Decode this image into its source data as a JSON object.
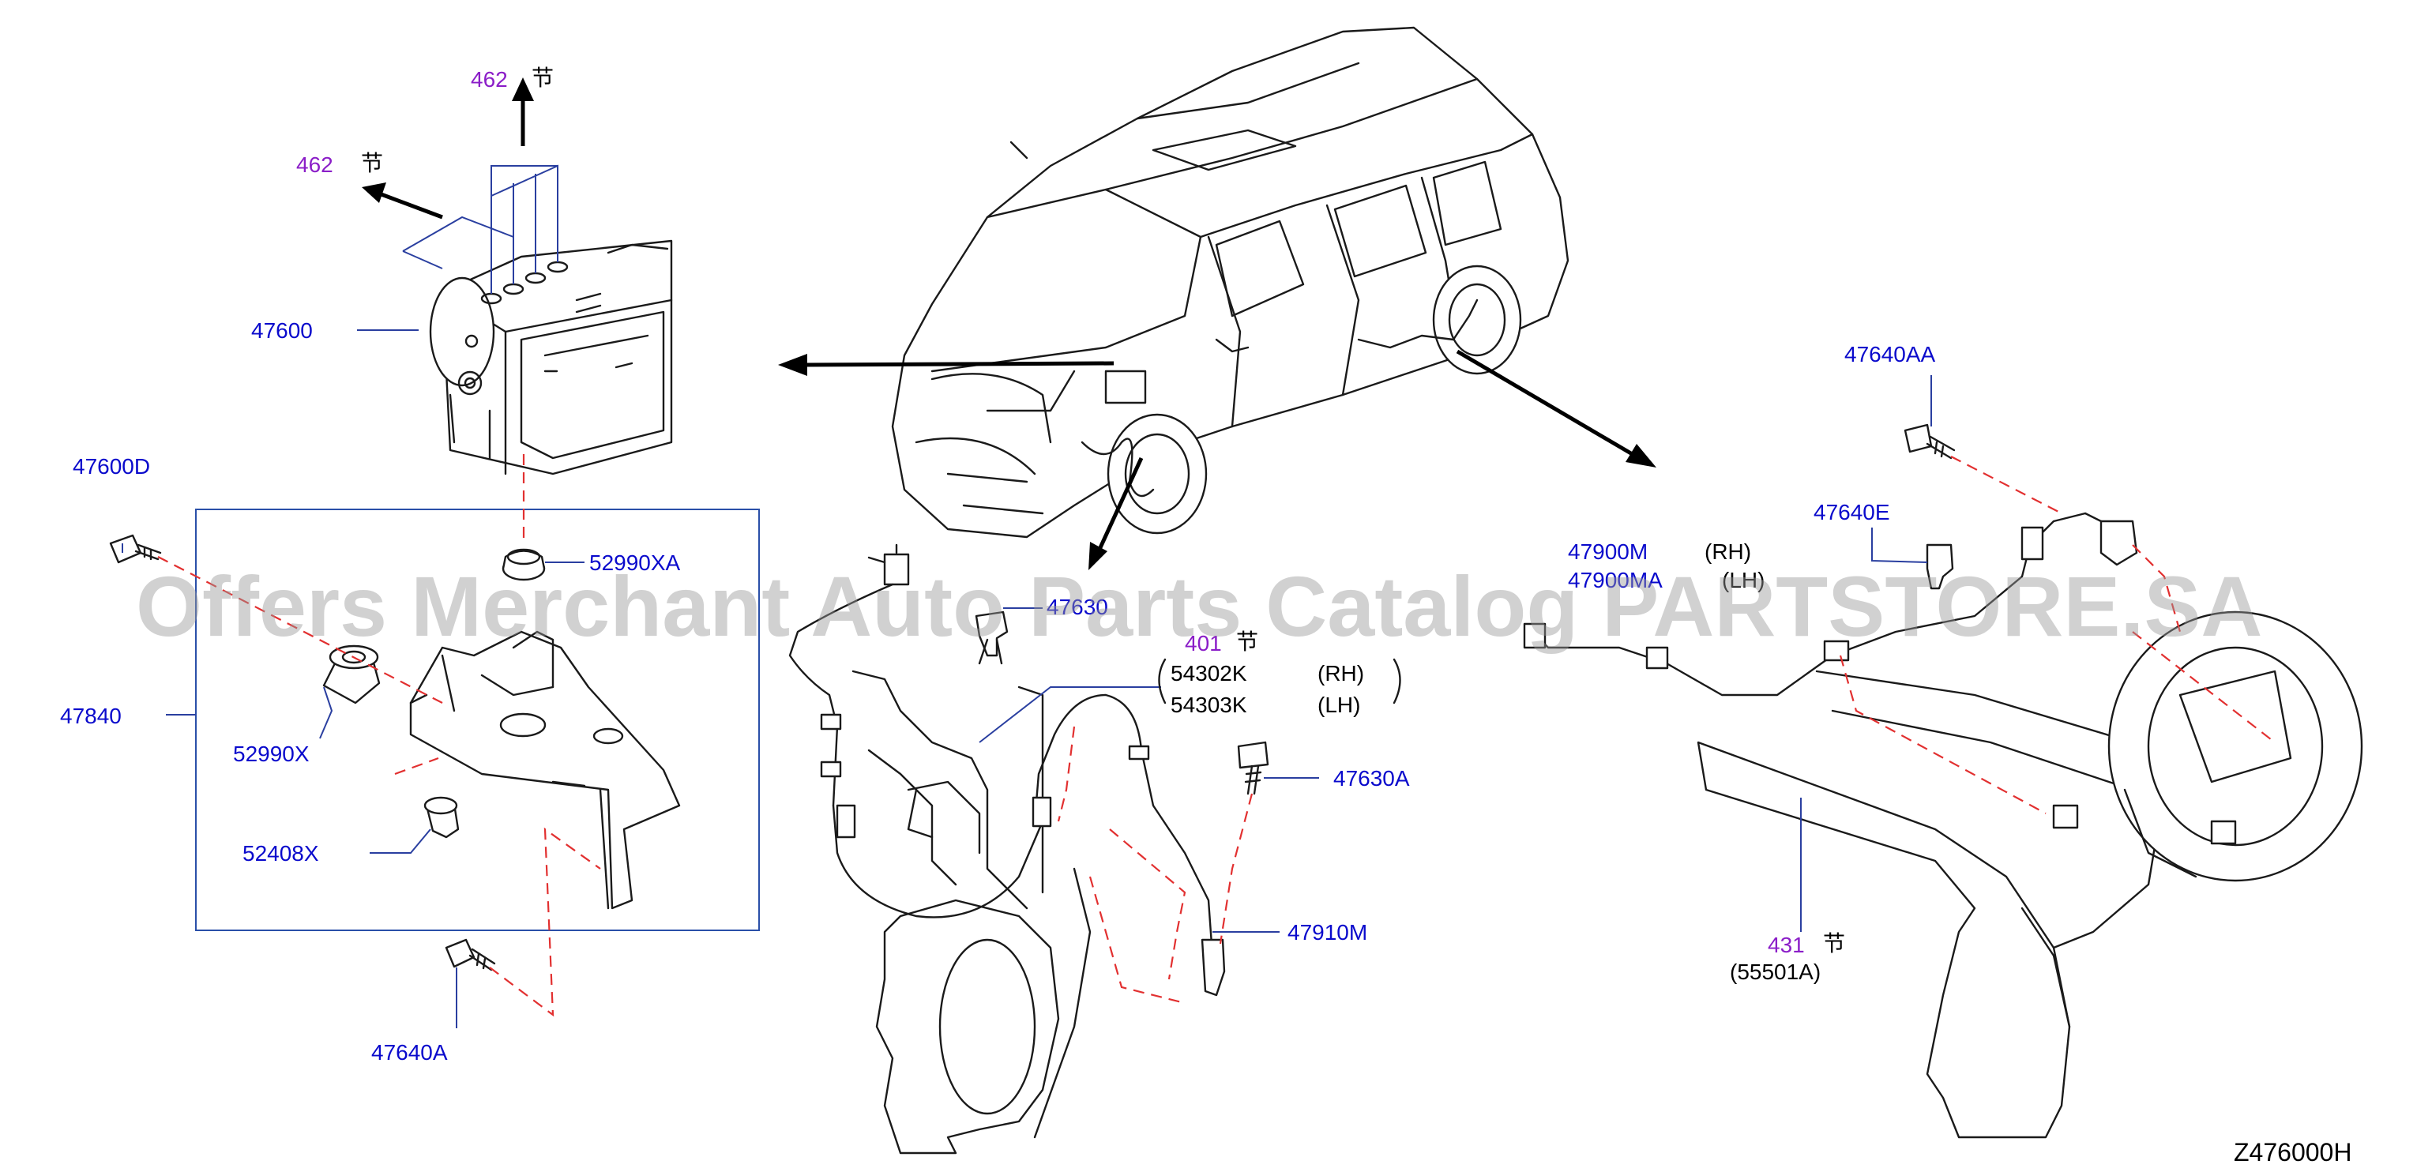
{
  "watermark": "Offers Merchant Auto Parts Catalog PARTSTORE.SA",
  "diagram_code": "Z476000H",
  "ref_glyph": "节",
  "callouts": {
    "ref_462_top": "462",
    "ref_462_left": "462",
    "p47600": "47600",
    "p47600D": "47600D",
    "p52990XA": "52990XA",
    "p47840": "47840",
    "p52990X": "52990X",
    "p52408X": "52408X",
    "p47640A": "47640A",
    "p47630_partial": "47630",
    "ref_401": "401",
    "p54302K": "54302K",
    "p54303K": "54303K",
    "rh": "(RH)",
    "lh": "(LH)",
    "p47630A": "47630A",
    "p47910M": "47910M",
    "p47640AA": "47640AA",
    "p47640E": "47640E",
    "p47900M": "47900M",
    "p47900MA": "47900MA",
    "ref_431": "431",
    "p55501A": "(55501A)"
  }
}
